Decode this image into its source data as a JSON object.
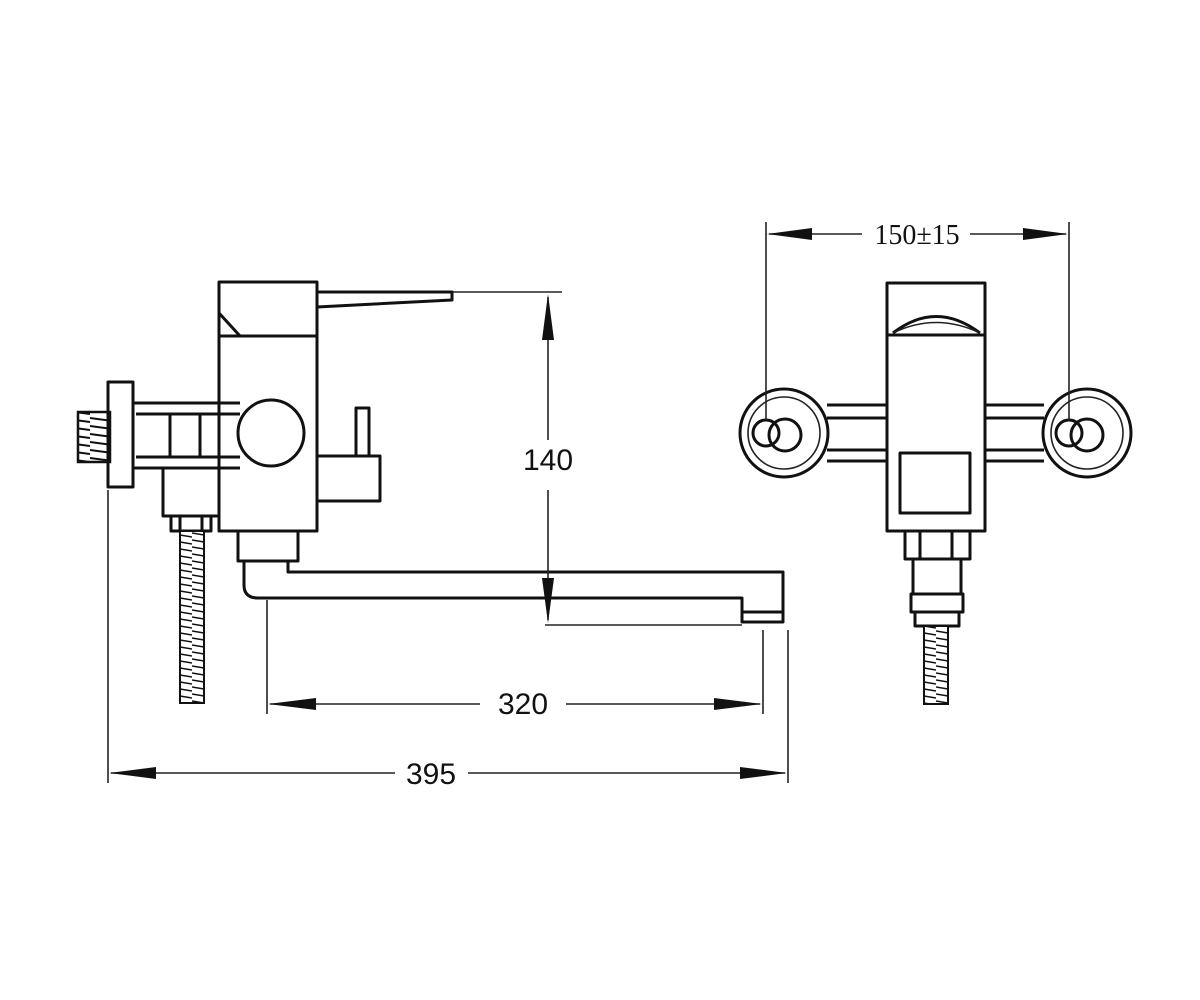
{
  "dimensions": {
    "height_label": "140",
    "spout_reach_label": "320",
    "overall_length_label": "395",
    "center_distance_label": "150±15"
  },
  "colors": {
    "line": "#111111",
    "background": "#ffffff"
  }
}
